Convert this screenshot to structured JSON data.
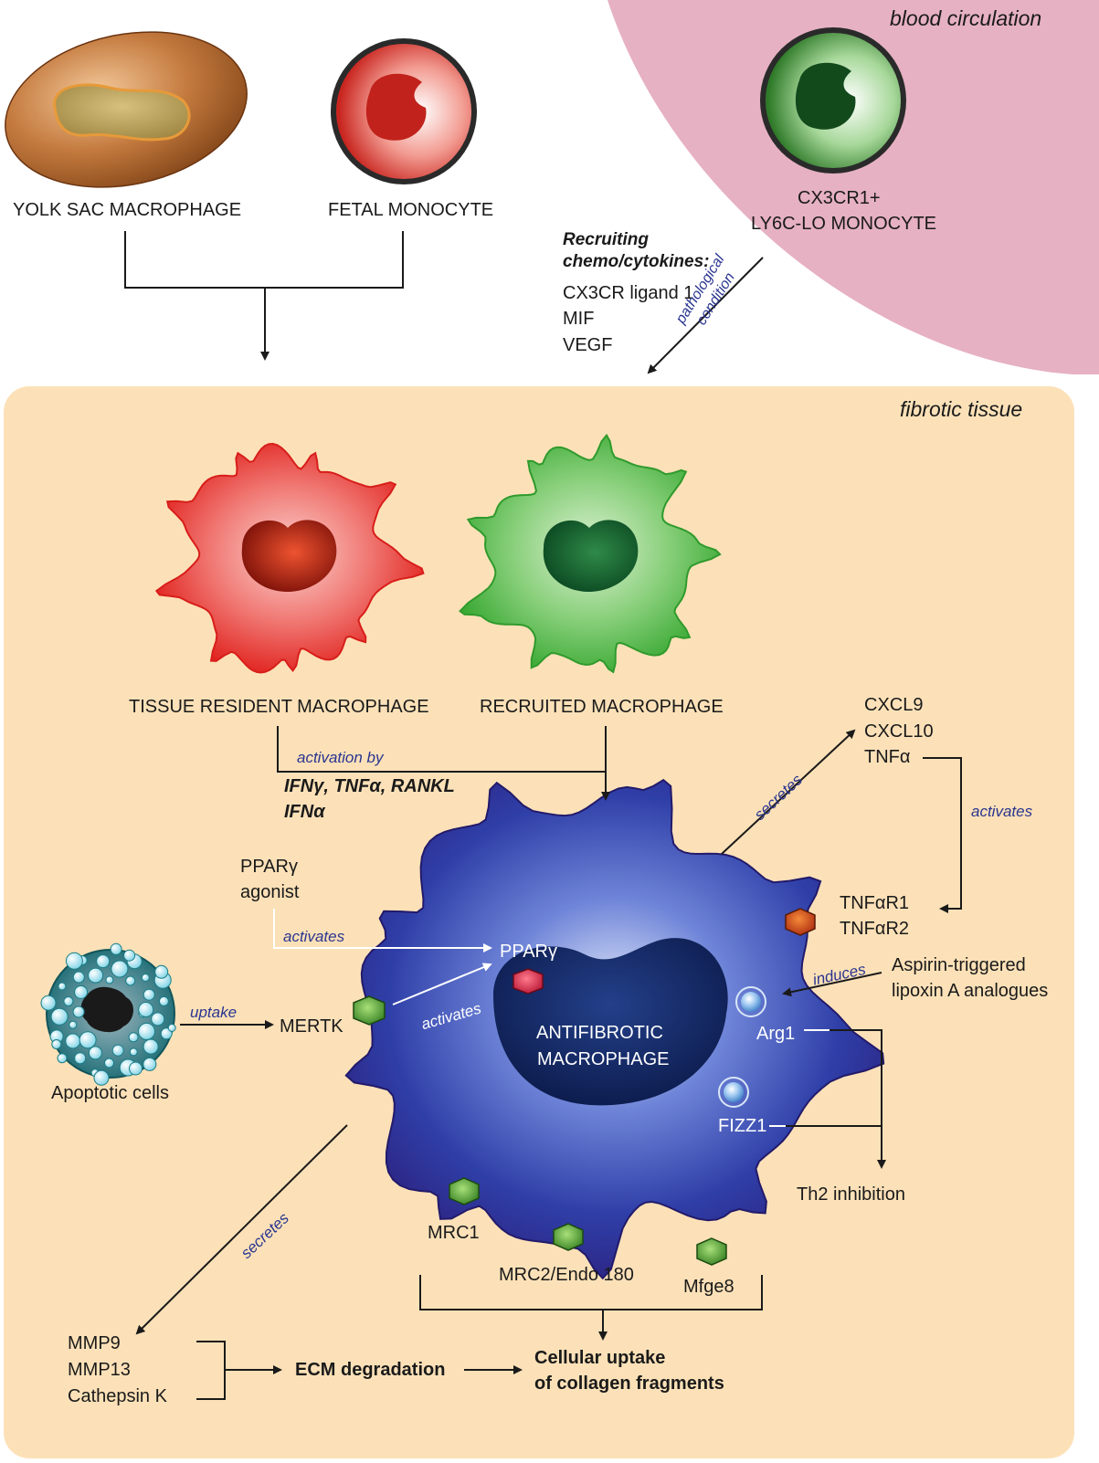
{
  "regions": {
    "blood": "blood circulation",
    "tissue": "fibrotic tissue"
  },
  "cells": {
    "yolk_sac": "YOLK SAC MACROPHAGE",
    "fetal": "FETAL MONOCYTE",
    "cx3cr1_line1": "CX3CR1+",
    "cx3cr1_line2": "LY6C-LO MONOCYTE",
    "resident": "TISSUE RESIDENT MACROPHAGE",
    "recruited": "RECRUITED MACROPHAGE",
    "antifibrotic_line1": "ANTIFIBROTIC",
    "antifibrotic_line2": "MACROPHAGE",
    "apoptotic": "Apoptotic cells"
  },
  "recruiting": {
    "title_line1": "Recruiting",
    "title_line2": "chemo/cytokines:",
    "items": [
      "CX3CR ligand 1",
      "MIF",
      "VEGF"
    ],
    "arrow_label_line1": "pathological",
    "arrow_label_line2": "condition"
  },
  "activation": {
    "label": "activation by",
    "line1": "IFNγ, TNFα, RANKL",
    "line2": "IFNα"
  },
  "secreted_right": {
    "label": "secretes",
    "items": [
      "CXCL9",
      "CXCL10",
      "TNFα"
    ],
    "activates": "activates",
    "receptors": [
      "TNFαR1",
      "TNFαR2"
    ]
  },
  "ppar": {
    "agonist_line1": "PPARγ",
    "agonist_line2": "agonist",
    "activates": "activates",
    "receptor": "PPARγ"
  },
  "mertk": {
    "uptake": "uptake",
    "receptor": "MERTK",
    "activates": "activates"
  },
  "aspirin": {
    "induces": "induces",
    "line1": "Aspirin-triggered",
    "line2": "lipoxin A analogues"
  },
  "th2": {
    "arg1": "Arg1",
    "fizz1": "FIZZ1",
    "result": "Th2 inhibition"
  },
  "surface": {
    "mrc1": "MRC1",
    "mrc2": "MRC2/Endo 180",
    "mfge8": "Mfge8"
  },
  "secreted_left": {
    "label": "secretes",
    "items": [
      "MMP9",
      "MMP13",
      "Cathepsin K"
    ]
  },
  "outcomes": {
    "ecm": "ECM degradation",
    "uptake_line1": "Cellular uptake",
    "uptake_line2": "of collagen fragments"
  },
  "colors": {
    "blood": "#e6b1c2",
    "tissue": "#fce1b8",
    "resident": "#e52320",
    "recruited": "#38a836",
    "antifibrotic": "#1f2f8f",
    "label_italic": "#2a3590"
  }
}
